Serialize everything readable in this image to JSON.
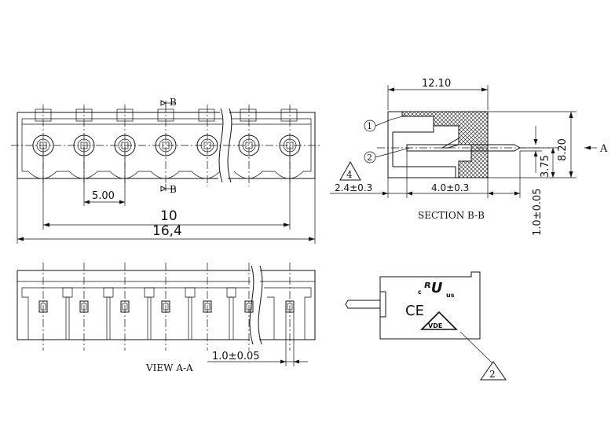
{
  "top_view": {
    "section_marker": "B",
    "pitch_dim": "5.00",
    "span_dim": "10",
    "total_dim": "16,4"
  },
  "section_view": {
    "title": "SECTION B-B",
    "width_dim": "12.10",
    "height_dim": "8.20",
    "pin_height_dim": "3.75",
    "pin_thickness_dim": "1.0±0.05",
    "left_dim": "2.4±0.3",
    "pin_length_dim": "4.0±0.3",
    "view_arrow_label": "A",
    "callout_1": "1",
    "callout_2": "2",
    "note_flag": "4"
  },
  "front_view": {
    "title": "VIEW A-A",
    "pin_dim": "1.0±0.05"
  },
  "side_view": {
    "marking_c": "c",
    "marking_ul": "ᴿU",
    "marking_us": "us",
    "marking_ce": "CE",
    "marking_vde": "VDE",
    "note_flag": "2"
  }
}
